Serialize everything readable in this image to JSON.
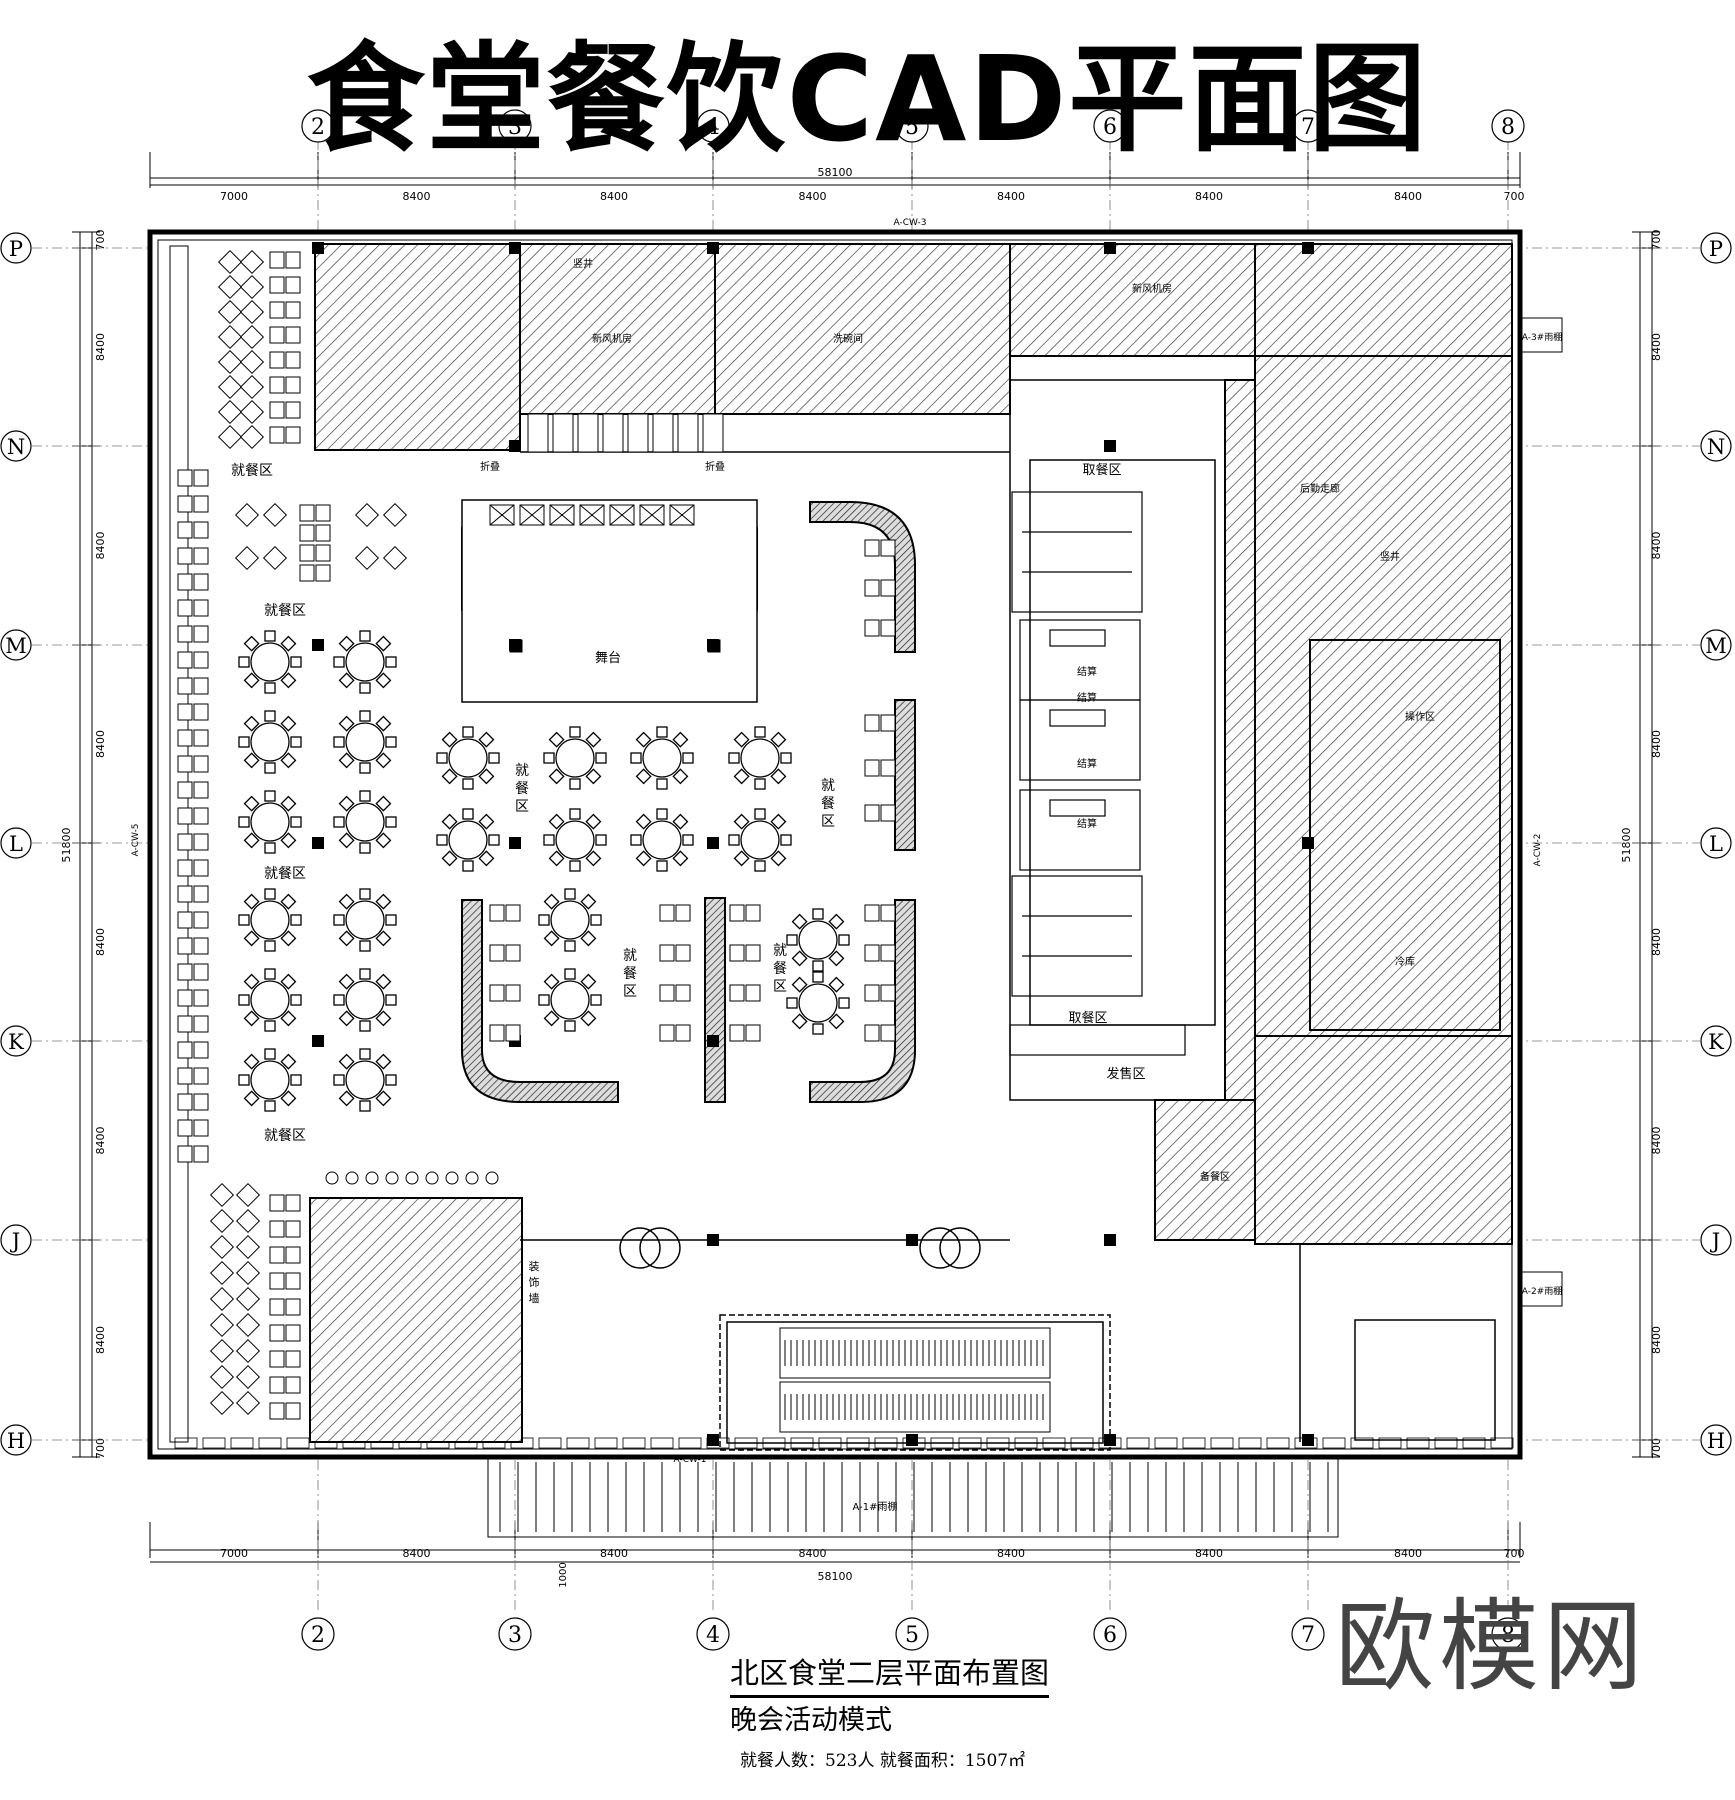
{
  "banner_title": "食堂餐饮CAD平面图",
  "watermark_logo": "欧模网",
  "grid": {
    "col_labels": [
      "2",
      "3",
      "4",
      "5",
      "6",
      "7",
      "8"
    ],
    "row_labels": [
      "P",
      "N",
      "M",
      "L",
      "K",
      "J",
      "H"
    ],
    "col_spacings": [
      "7000",
      "8400",
      "8400",
      "8400",
      "8400",
      "8400",
      "8400",
      "700"
    ],
    "row_spacings": [
      "700",
      "8400",
      "8400",
      "8400",
      "8400",
      "8400",
      "8400",
      "700"
    ],
    "overall_width": "58100",
    "overall_depth": "51800",
    "bottom_offset": "1000"
  },
  "curtain_wall_tags": [
    "A-CW-3",
    "A-CW-5",
    "A-CW-2",
    "A-CW-1"
  ],
  "canopy_tags": [
    "A-3#雨棚",
    "A-2#雨棚",
    "A-1#雨棚"
  ],
  "rooms": {
    "dining": "就餐区",
    "stage": "舞台",
    "folding_door": "折叠门",
    "pickup": "取餐区",
    "checkout": "结算",
    "sales": "发售区",
    "decor_wall": "装饰墙",
    "fresh_air": "新风机房",
    "dishwash": "洗碗间",
    "shaft": "竖井",
    "pantry": "备餐区",
    "kitchen": "操作区",
    "cold": "冷库",
    "passage": "后勤走廊"
  },
  "caption": {
    "title": "北区食堂二层平面布置图",
    "subtitle": "晚会活动模式",
    "stats": "就餐人数：523人 就餐面积：1507㎡"
  }
}
